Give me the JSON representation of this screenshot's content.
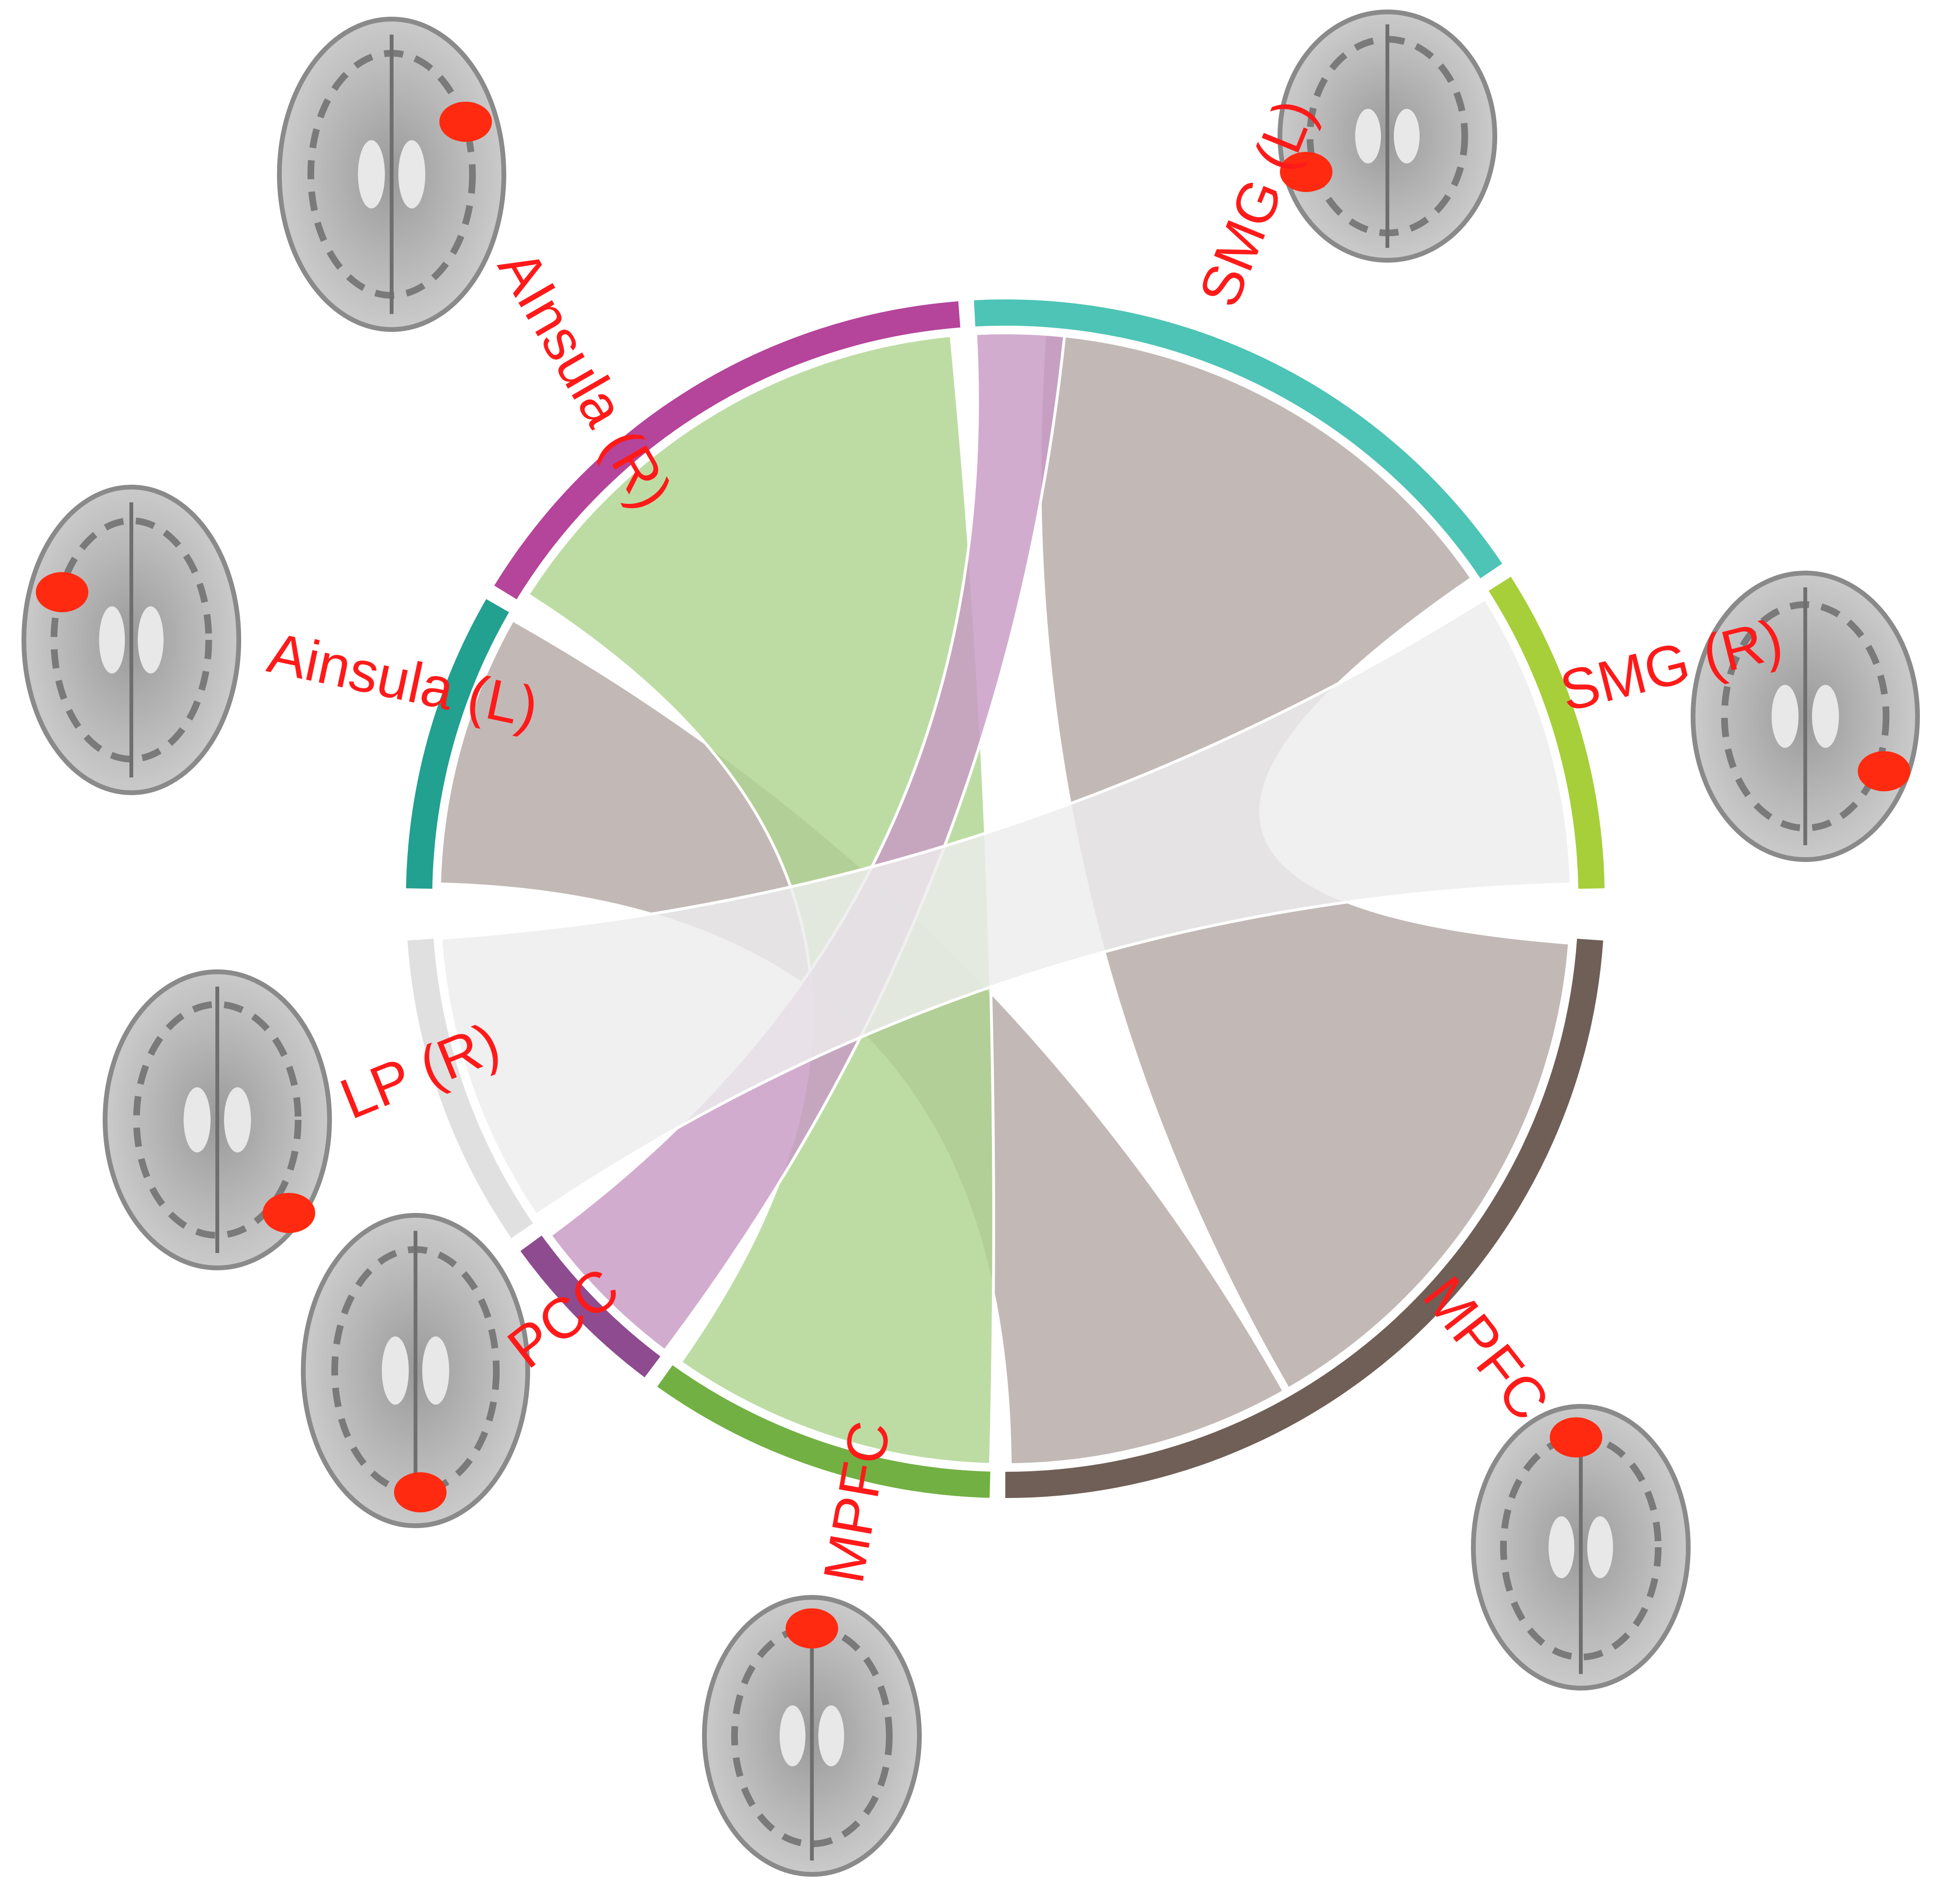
{
  "diagram": {
    "type": "chord",
    "segments": [
      {
        "id": "ainsula_r",
        "label": "AInsula (R)",
        "color": "#b5449b"
      },
      {
        "id": "smg_l",
        "label": "SMG (L)",
        "color": "#4dc4b5"
      },
      {
        "id": "smg_r",
        "label": "SMG (R)",
        "color": "#a6cf3a"
      },
      {
        "id": "mpfc_right",
        "label": "MPFC",
        "color": "#6f5f57"
      },
      {
        "id": "mpfc_bottom",
        "label": "MPFC",
        "color": "#72b043"
      },
      {
        "id": "pcc",
        "label": "PCC",
        "color": "#8e4b8f"
      },
      {
        "id": "lp_r",
        "label": "LP (R)",
        "color": "#e0e0e0"
      },
      {
        "id": "ainsula_l",
        "label": "Ainsula (L)",
        "color": "#22a090"
      }
    ],
    "ribbons": [
      {
        "from": "smg_l",
        "to": "mpfc_right",
        "color": "#b5aaa6"
      },
      {
        "from": "ainsula_l",
        "to": "mpfc_right",
        "color": "#b5aaa6"
      },
      {
        "from": "ainsula_r",
        "to": "mpfc_bottom",
        "color": "#aed490"
      },
      {
        "from": "smg_l",
        "to": "pcc",
        "color": "#c89ac5"
      },
      {
        "from": "smg_r",
        "to": "lp_r",
        "color": "#ededed"
      }
    ],
    "label_color": "#ff1a1a"
  }
}
